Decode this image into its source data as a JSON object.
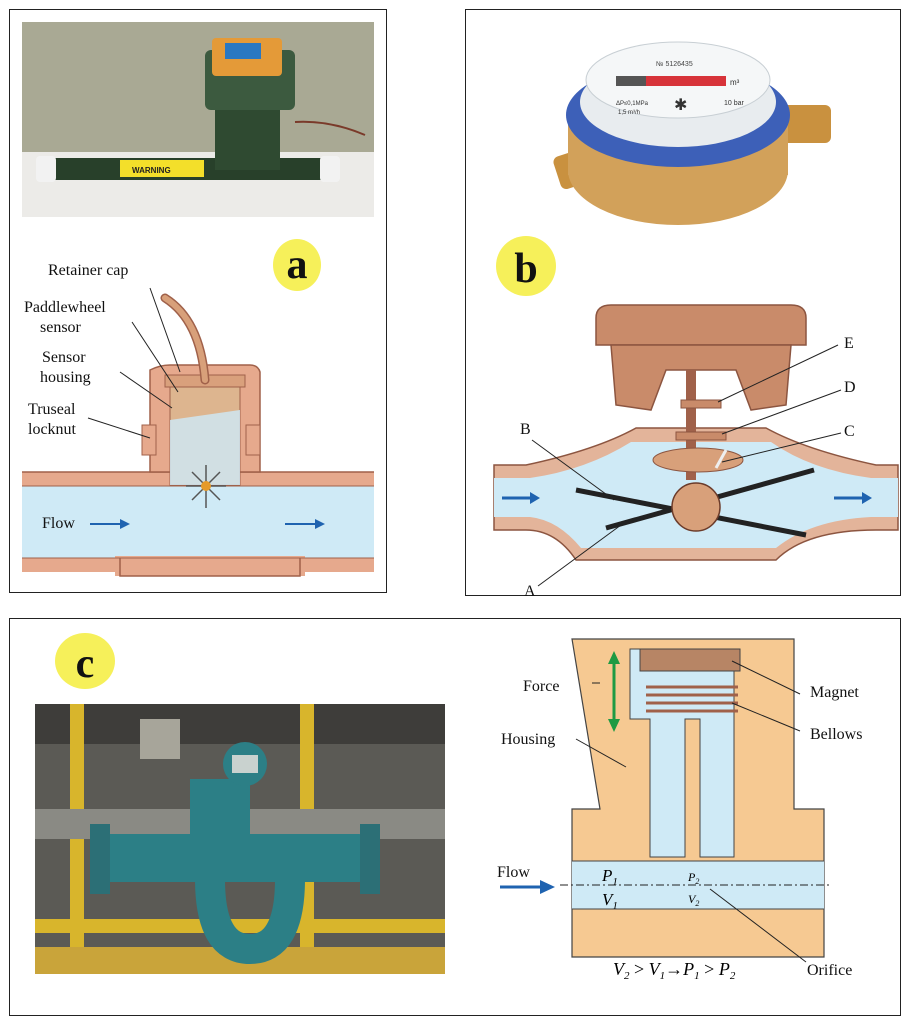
{
  "panels": {
    "a": {
      "badge": "a",
      "labels": {
        "retainer_cap": "Retainer cap",
        "paddlewheel_1": "Paddlewheel",
        "paddlewheel_2": "sensor",
        "sensor_housing_1": "Sensor",
        "sensor_housing_2": "housing",
        "truseal_1": "Truseal",
        "truseal_2": "locknut",
        "flow": "Flow"
      },
      "photo_text": "WARNING"
    },
    "b": {
      "badge": "b",
      "labels": {
        "a": "A",
        "b": "B",
        "c": "C",
        "d": "D",
        "e": "E"
      },
      "photo_text": {
        "serial": "№ 5126435",
        "unit": "m³",
        "pressure": "10 bar",
        "spec1": "ΔP≤0,1MPa",
        "spec2": "1,5 m³/h"
      }
    },
    "c": {
      "badge": "c",
      "labels": {
        "force": "Force",
        "housing": "Housing",
        "magnet": "Magnet",
        "bellows": "Bellows",
        "flow": "Flow",
        "orifice": "Orifice",
        "p1": "P",
        "p1_sub": "1",
        "p2": "P",
        "p2_sub": "2",
        "v1": "V",
        "v1_sub": "1",
        "v2": "V",
        "v2_sub": "2"
      },
      "equation": {
        "v2": "V",
        "v2_sub": "2",
        "gt1": " > ",
        "v1": "V",
        "v1_sub": "1",
        "arrow": "→",
        "p1": "P",
        "p1_sub": "1",
        "gt2": " > ",
        "p2": "P",
        "p2_sub": "2"
      }
    }
  },
  "colors": {
    "water": "#cfeaf6",
    "copper": "#d8a07a",
    "copper_dark": "#a0614a",
    "arrow_blue": "#1f63b0",
    "housing": "#f6c992",
    "badge": "#f6f05a",
    "green": "#1e9a43"
  }
}
